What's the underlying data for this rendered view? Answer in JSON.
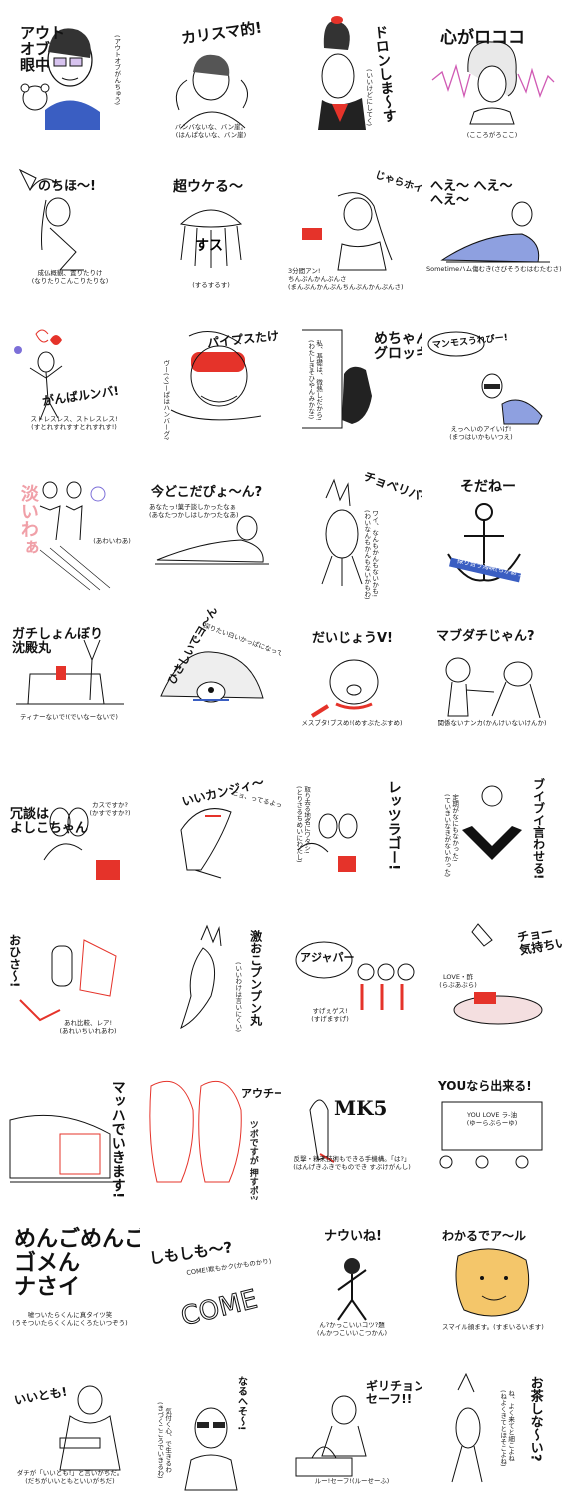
{
  "stickers": [
    {
      "title": "アウト\nオブ\n眼中",
      "subtitle": "(アウトオブがんちゅう)",
      "icon": "woman-glasses-bear"
    },
    {
      "title": "カリスマ的!",
      "subtitle": "バンバないな、バン崖。\n(はんぱないな、バン崖)",
      "icon": "muscular-woman"
    },
    {
      "title": "ドロンしま～す",
      "subtitle": "(いいけどにしてく)",
      "icon": "beehive-woman"
    },
    {
      "title": "心がロココ",
      "subtitle": "(こころがろここ)",
      "icon": "rococo-woman"
    },
    {
      "title": "のちほ～!",
      "subtitle": "成仏概観、置りたりけ\n(なりたりこんこりたりな)",
      "icon": "sculpture-woman"
    },
    {
      "title": "超ウケる～",
      "subtitle": "(するするす)",
      "icon": "jellyfish-suru"
    },
    {
      "title": "じゃらホイ",
      "subtitle": "3分間アン!\nちんぷんかんぷんさ\n(まんぷんかんぷんちんぷんかんぷんさ)",
      "icon": "long-hair-woman"
    },
    {
      "title": "へえ～ へえ～\nへえ～",
      "subtitle": "Sometimeハム傷むき(さびそうむはむたむさ)",
      "icon": "lying-woman"
    },
    {
      "title": "がんばルンバ!",
      "subtitle": "ストレスレス、ストレスレス!\n(すとれすれすすとれすれす!)",
      "icon": "jumping-woman-heart"
    },
    {
      "title": "パイプスたけぇ↑!",
      "subtitle": "ヴー(ぐ)ーぱはハンバーグ?",
      "icon": "goggles-man"
    },
    {
      "title": "めちゃんこ\nグロッキー",
      "subtitle": "私、基礎は、微熱しだから!\n(わたしきそひやんみかな!)",
      "icon": "hooded-figure"
    },
    {
      "title": "マンモスうれぴー!",
      "subtitle": "えっへいのアイいげ!\n(まつはいかもいつえ)",
      "icon": "sunglasses-woman"
    },
    {
      "title": "淡いわぁ",
      "subtitle": "(あわいわあ)",
      "icon": "walking-couple"
    },
    {
      "title": "今どこだぴょ～ん?",
      "subtitle": "あなたっ!菓子談しかったなぁ\n(あなたつかしはしかつたなあ)",
      "icon": "lying-man"
    },
    {
      "title": "チョベリバ～",
      "subtitle": "ワイ、なんもかんもないかも!\n(わいなんもかんもないかもわ)",
      "icon": "mandrake-plant"
    },
    {
      "title": "そだねー",
      "subtitle": "探り合う海峡(ちかあうかいきょう)",
      "icon": "anchor"
    },
    {
      "title": "ガチしょんぼり\n沈殿丸",
      "subtitle": "ティナーないで!(でいなーないで)",
      "icon": "stump-deer"
    },
    {
      "title": "ひさしいでヨ～ん",
      "subtitle": "探りたい白いかっぱになって",
      "icon": "polar-bear"
    },
    {
      "title": "だいじょうV!",
      "subtitle": "メスブタ!ブスめ!(めすぶたぶすめ)",
      "icon": "pig"
    },
    {
      "title": "マブダチじゃん?",
      "subtitle": "関係ないナンカ(かんけいないけんか)",
      "icon": "monkey-dog"
    },
    {
      "title": "冗談は\nよしこちゃん",
      "subtitle": "カスですか?\n(かすですか?)",
      "icon": "birds-hand"
    },
    {
      "title": "いいカンジィ～",
      "subtitle": "ニョ、ってるよっけい",
      "icon": "hawk"
    },
    {
      "title": "レッツラゴー!",
      "subtitle": "取り去る地名にワタシ!\n(とりさるちめいにわたし)",
      "icon": "birds-popcorn"
    },
    {
      "title": "ブイブイ言わせる!",
      "subtitle": "定期がなにもなかった!\n(ていきいなきがないかった)",
      "icon": "bird-hands"
    },
    {
      "title": "おひさ～!",
      "subtitle": "あれ比較、レア!\n(あれいちいれあわ)",
      "icon": "tongs-bag"
    },
    {
      "title": "激おこプンプン丸",
      "subtitle": "(いいわけは言いにくい)",
      "icon": "radish"
    },
    {
      "title": "アジャパー",
      "subtitle": "すげぇゲス!\n(すげますげ)",
      "icon": "thought-bubble"
    },
    {
      "title": "チョー\n気持ちいい!",
      "subtitle": "LOVE・酢\n(らぶあぶら)",
      "icon": "sauce-dish"
    },
    {
      "title": "マッハでいきます!",
      "subtitle": "",
      "icon": "train"
    },
    {
      "title": "アウチー",
      "subtitle": "ツボですが 押すポツ",
      "icon": "foot-reflexology"
    },
    {
      "title": "MK5",
      "subtitle": "反撃・粉末技術もできる手機構。「は?」\n(はんげきふきでものでき すぷけがんし)",
      "icon": "hand-figure"
    },
    {
      "title": "YOUなら出来る!",
      "subtitle": "YOU LOVE ラ-油\n(ゆーらぶらーゆ)",
      "icon": "classroom"
    },
    {
      "title": "めんごめんご!\nゴメん\nナさイ",
      "subtitle": "嘘ついたらくんに真タイツ笑\n(うそついたらくくんにくろたいつぞう)",
      "icon": "calligraphy"
    },
    {
      "title": "しもしも～?",
      "subtitle": "COME!欺もかク(かものかり)",
      "icon": "come-text"
    },
    {
      "title": "ナウいね!",
      "subtitle": "ん?かっこいいコツ?題\n(んかつこいいこつかん)",
      "icon": "hat-figure"
    },
    {
      "title": "わかるでア～ル",
      "subtitle": "スマイル顔ます。(すまいるいます)",
      "icon": "smiley-face"
    },
    {
      "title": "いいとも!",
      "subtitle": "ダチが「いいとも!」と言いがちだ。\n(だちがいいともといいがちだ)",
      "icon": "microphone-man"
    },
    {
      "title": "なるへそ～!",
      "subtitle": "気付く心、で生きるわ\n(きづくこころでいきるわ)",
      "icon": "glasses-man"
    },
    {
      "title": "ギリチョン\nセーフ!!",
      "subtitle": "ルー!セーフ!(ルーせーふ)",
      "icon": "capitol-man"
    },
    {
      "title": "お茶しな～い?",
      "subtitle": "ね、よく来てと細こよね\n(ねよくきてとほそこよね)",
      "icon": "tea-mandrake"
    }
  ]
}
